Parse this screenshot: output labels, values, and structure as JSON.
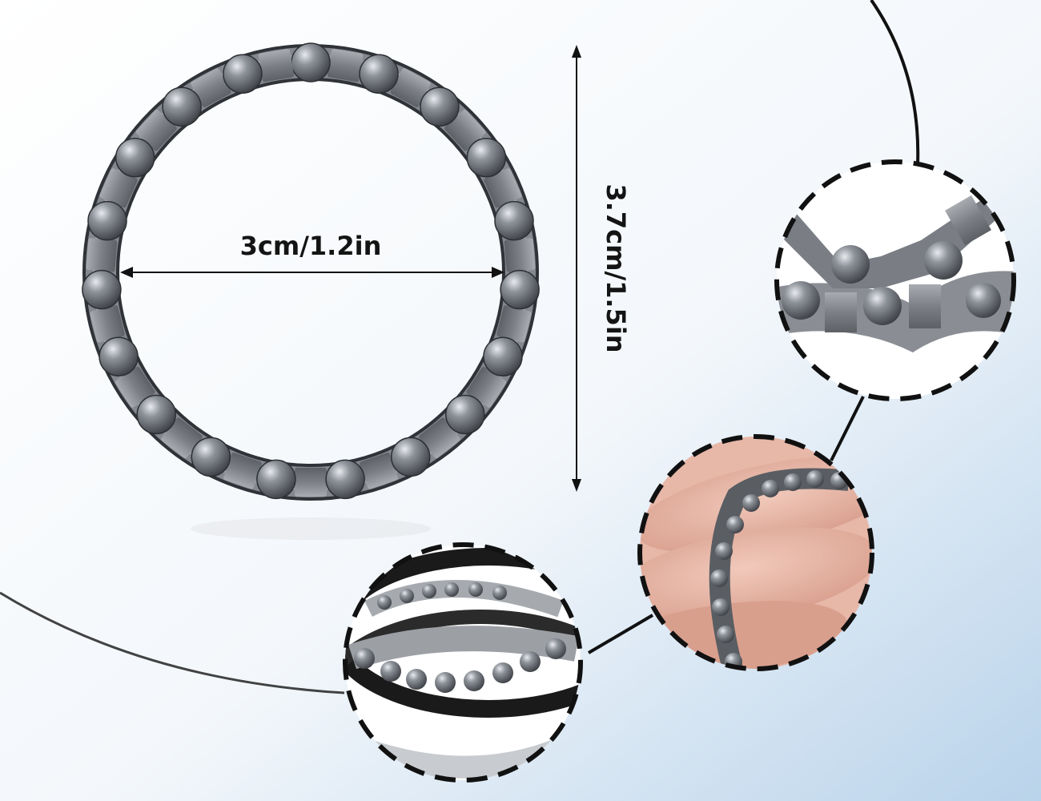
{
  "dimensions": {
    "width_label": "3cm/1.2in",
    "height_label": "3.7cm/1.5in"
  },
  "colors": {
    "background_top": "#ffffff",
    "background_bottom": "#b9d3ea",
    "ring_metal": "#8c8f95",
    "ball_metal": "#5c6066",
    "outline": "#111111"
  },
  "images": {
    "main": "ball-bearing-retainer-ring",
    "detail_top": "bearing-cage-closeup",
    "detail_middle": "ring-held-in-hand",
    "detail_bottom": "stacked-bearing-rings"
  }
}
